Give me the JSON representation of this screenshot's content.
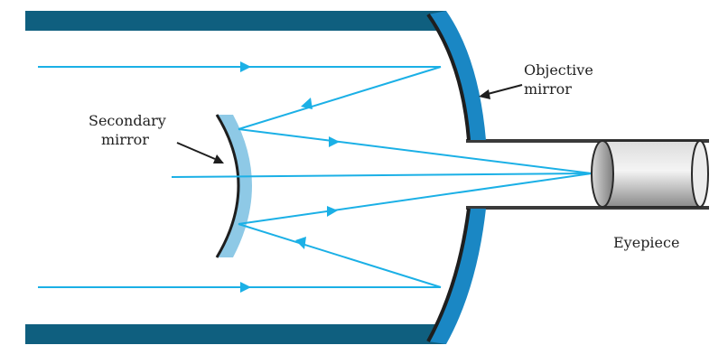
{
  "labels": {
    "objective_line1": "Objective",
    "objective_line2": "mirror",
    "secondary_line1": "Secondary",
    "secondary_line2": "mirror",
    "eyepiece": "Eyepiece"
  },
  "colors": {
    "tube": "#0f5f7f",
    "ray": "#1bb0e6",
    "objective_mirror": "#1a87c4",
    "secondary_mirror": "#8ec9e6",
    "mirror_edge": "#1e1e1e",
    "eyepiece_tube": "#3a3a3a",
    "label": "#222222"
  },
  "icons": {
    "ray_arrow": "arrowhead",
    "pointer_arrow": "arrowhead"
  }
}
